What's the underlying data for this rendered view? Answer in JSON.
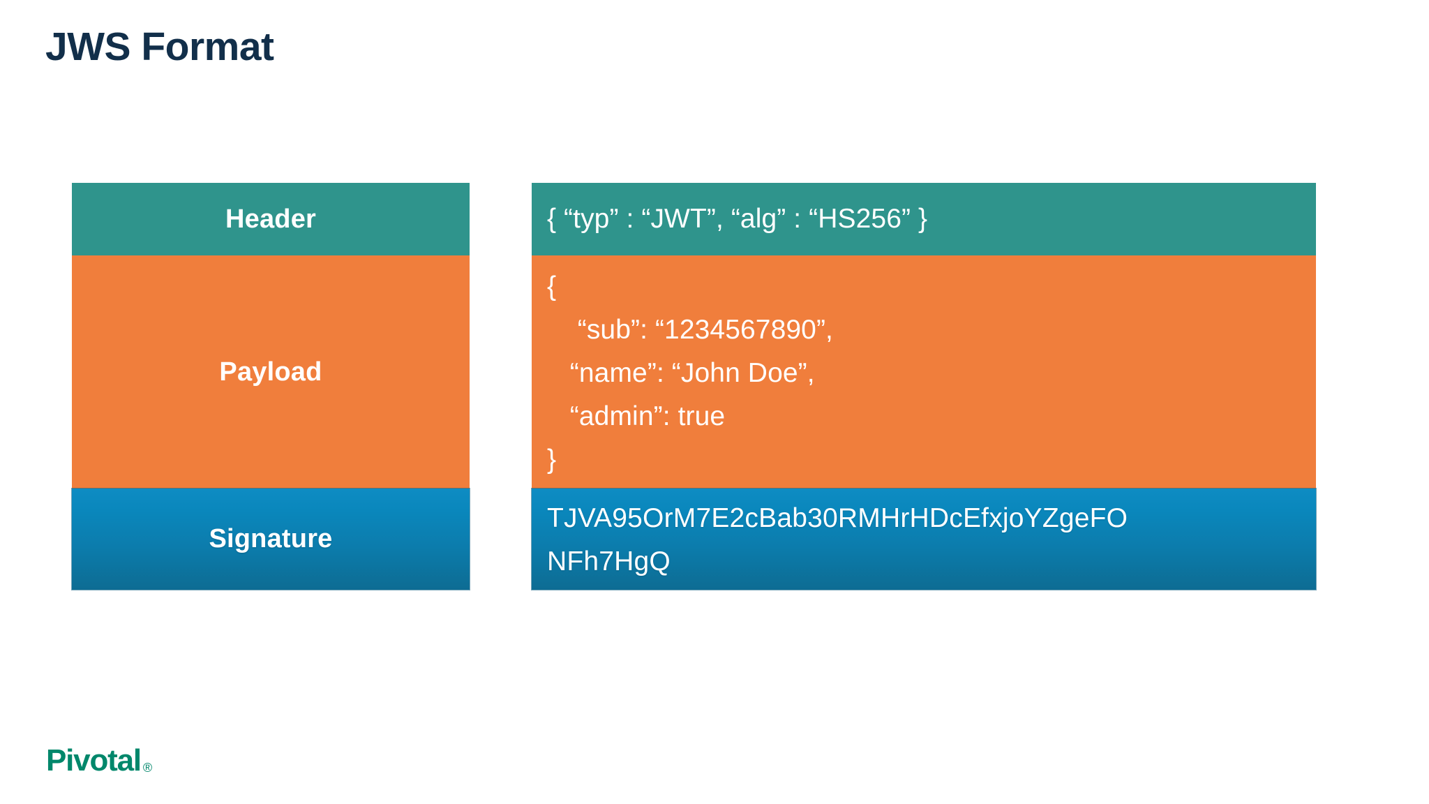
{
  "slide": {
    "title": "JWS Format",
    "title_color": "#122F4A",
    "background_color": "#FFFFFF"
  },
  "palette": {
    "header_teal": "#2F948C",
    "payload_orange": "#F07E3C",
    "signature_blue_top": "#0E8CC3",
    "signature_blue_bottom": "#0D6C93",
    "text_white": "#FFFFFF",
    "logo_green": "#00876B"
  },
  "diagram": {
    "rows": [
      {
        "key": "header",
        "label": "Header",
        "color": "#2F948C",
        "value_lines": [
          "{ “typ” : “JWT”, “alg” : “HS256” }"
        ]
      },
      {
        "key": "payload",
        "label": "Payload",
        "color": "#F07E3C",
        "value_lines": [
          "{",
          "    “sub”: “1234567890”,",
          "   “name”: “John Doe”,",
          "   “admin”: true",
          "}"
        ]
      },
      {
        "key": "signature",
        "label": "Signature",
        "color": "#0C86BC",
        "value_lines": [
          "TJVA95OrM7E2cBab30RMHrHDcEfxjoYZgeFO",
          "NFh7HgQ"
        ]
      }
    ]
  },
  "footer": {
    "logo_word": "Pivotal",
    "logo_mark": "®"
  }
}
